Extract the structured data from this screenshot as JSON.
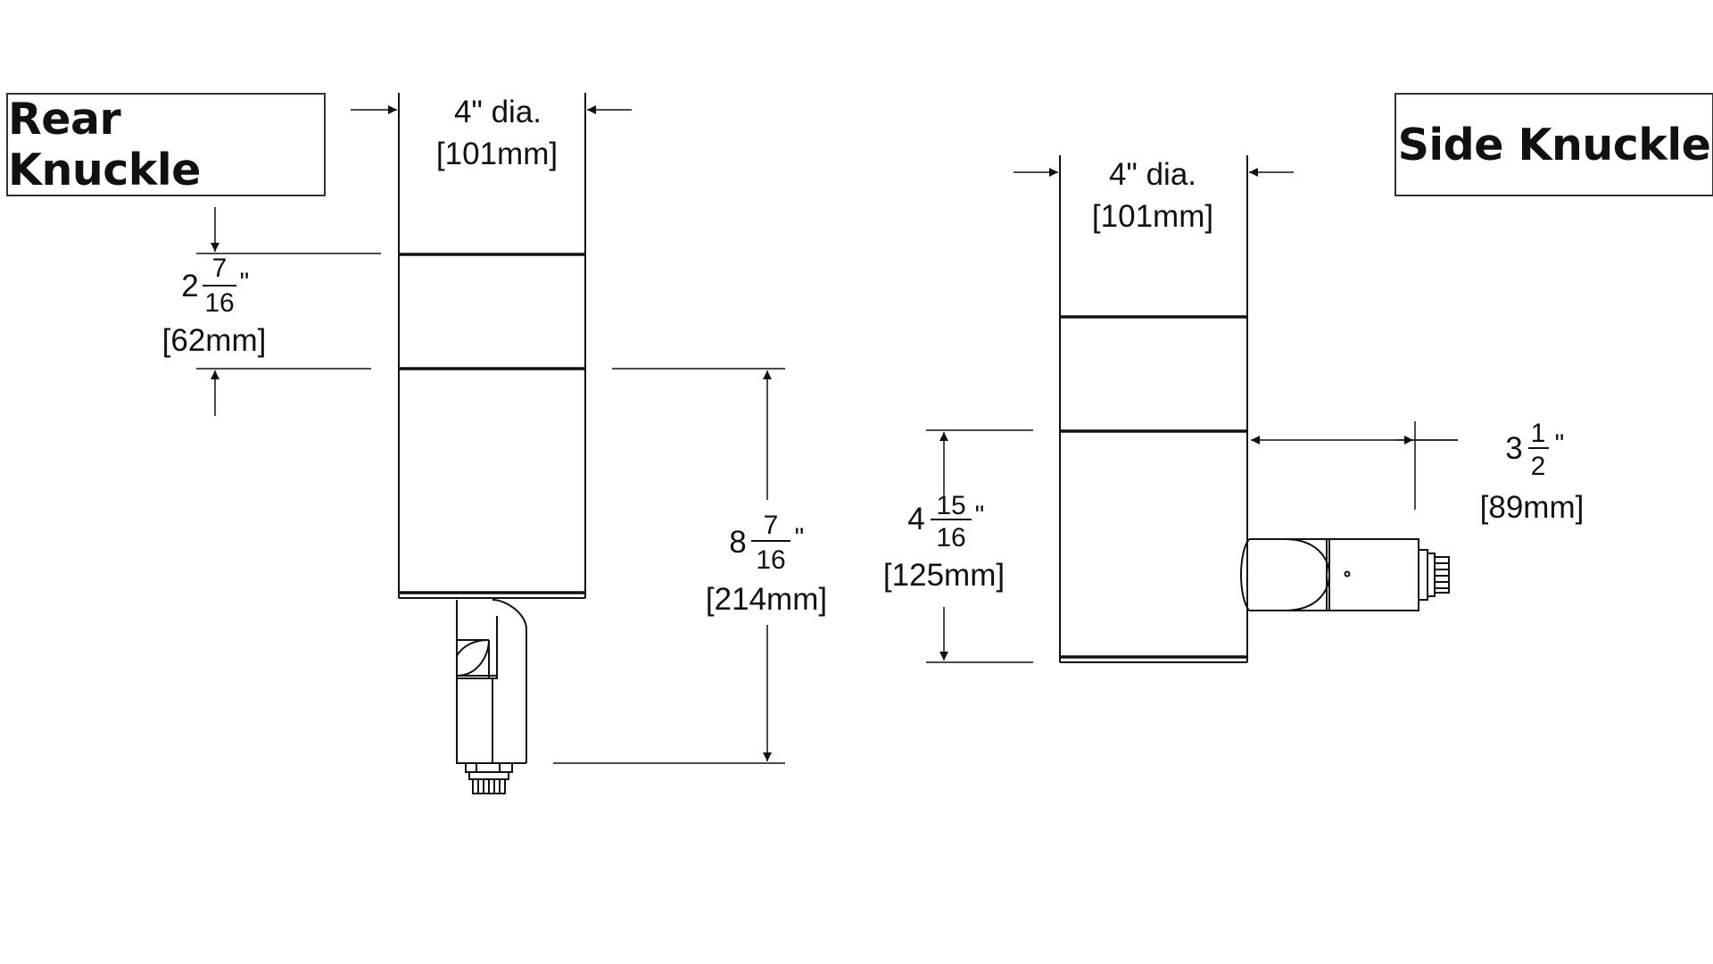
{
  "titles": {
    "rear": "Rear Knuckle",
    "side": "Side Knuckle"
  },
  "rear": {
    "diameter": {
      "imperial": "4\" dia.",
      "metric": "[101mm]"
    },
    "top_section": {
      "whole": "2",
      "num": "7",
      "den": "16",
      "unit": "\"",
      "metric": "[62mm]"
    },
    "overall_height": {
      "whole": "8",
      "num": "7",
      "den": "16",
      "unit": "\"",
      "metric": "[214mm]"
    }
  },
  "side": {
    "diameter": {
      "imperial": "4\" dia.",
      "metric": "[101mm]"
    },
    "lower_section": {
      "whole": "4",
      "num": "15",
      "den": "16",
      "unit": "\"",
      "metric": "[125mm]"
    },
    "knuckle_projection": {
      "whole": "3",
      "num": "1",
      "den": "2",
      "unit": "\"",
      "metric": "[89mm]"
    }
  },
  "colors": {
    "line": "#111111",
    "border": "#333333"
  }
}
